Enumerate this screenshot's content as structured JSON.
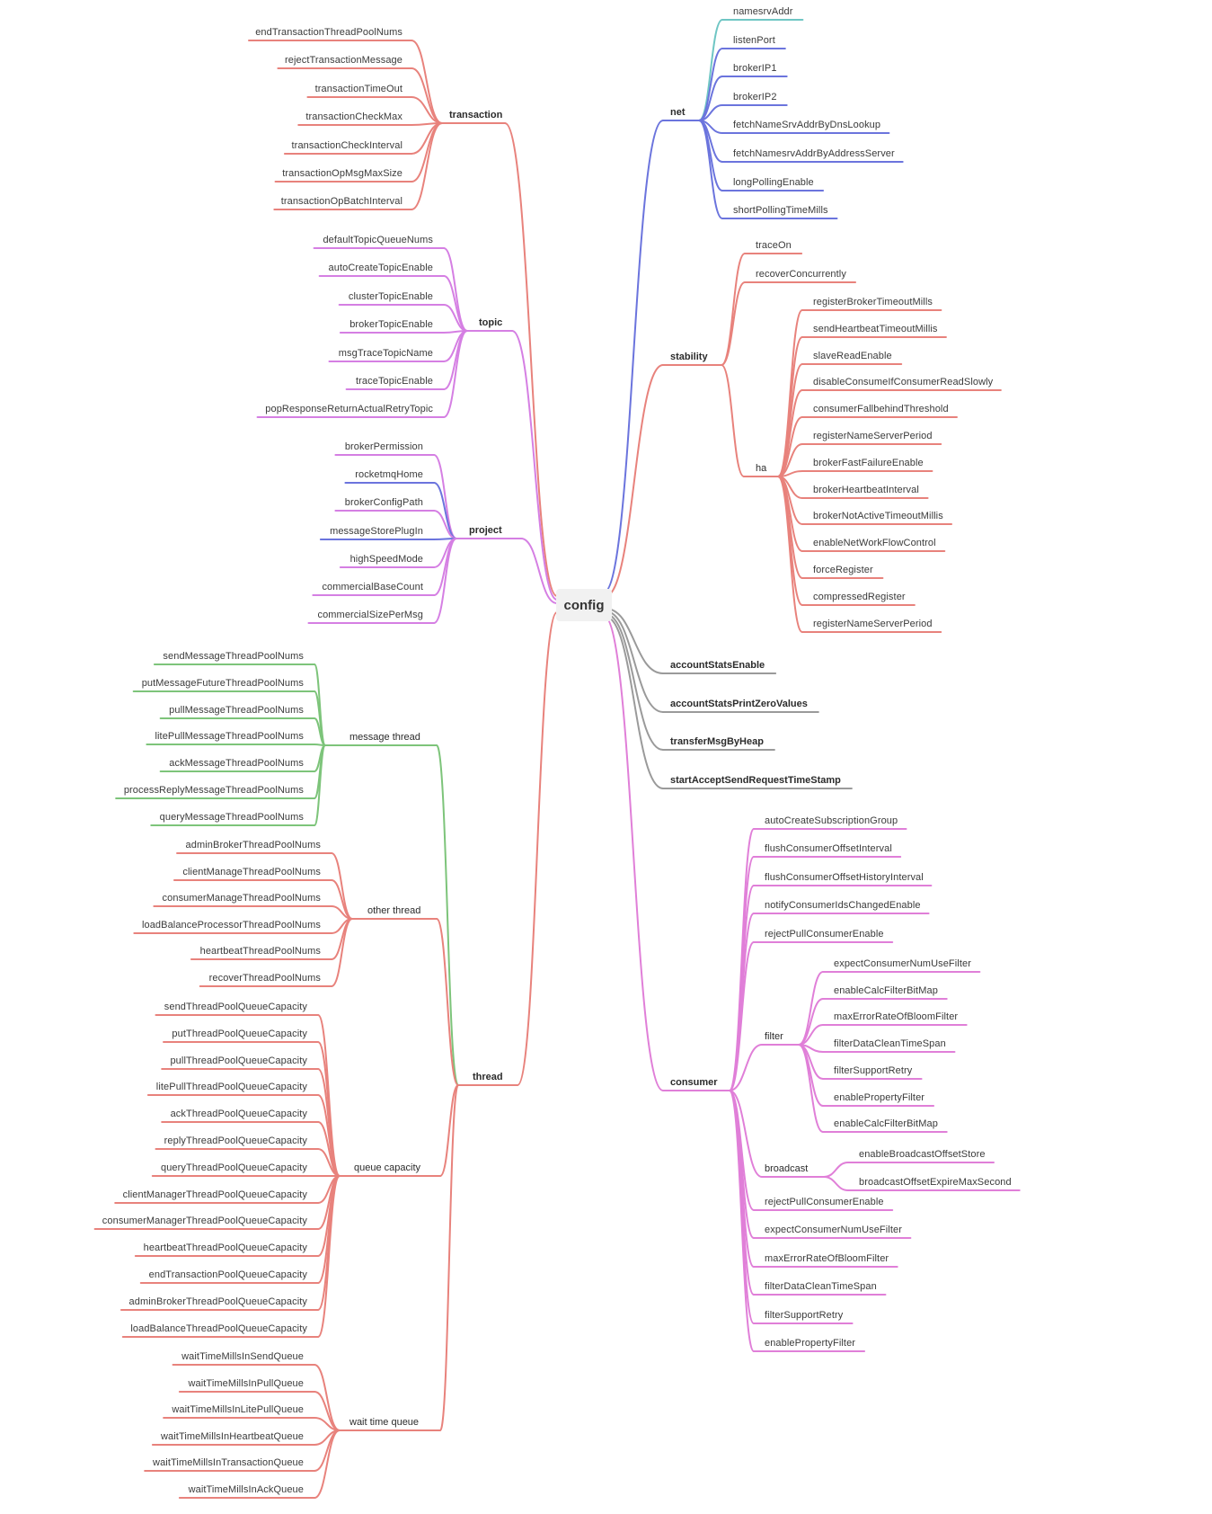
{
  "root": "config",
  "colors": {
    "transaction": "#e8827c",
    "topic": "#d57fe3",
    "project_blue": "#6b74dd",
    "project": "#d57fe3",
    "message_thread": "#7dc47a",
    "thread": "#e8827c",
    "net": "#6b74dd",
    "net_teal": "#6fc6c4",
    "stability": "#e8827c",
    "gray": "#9a9a9a",
    "consumer": "#e07fd8"
  },
  "branches": {
    "transaction": {
      "label": "transaction",
      "items": [
        "endTransactionThreadPoolNums",
        "rejectTransactionMessage",
        "transactionTimeOut",
        "transactionCheckMax",
        "transactionCheckInterval",
        "transactionOpMsgMaxSize",
        "transactionOpBatchInterval"
      ]
    },
    "topic": {
      "label": "topic",
      "items": [
        "defaultTopicQueueNums",
        "autoCreateTopicEnable",
        "clusterTopicEnable",
        "brokerTopicEnable",
        "msgTraceTopicName",
        "traceTopicEnable",
        "popResponseReturnActualRetryTopic"
      ]
    },
    "project": {
      "label": "project",
      "items": [
        "brokerPermission",
        "rocketmqHome",
        "brokerConfigPath",
        "messageStorePlugIn",
        "highSpeedMode",
        "commercialBaseCount",
        "commercialSizePerMsg"
      ]
    },
    "thread": {
      "label": "thread",
      "message_thread": {
        "label": "message thread",
        "items": [
          "sendMessageThreadPoolNums",
          "putMessageFutureThreadPoolNums",
          "pullMessageThreadPoolNums",
          "litePullMessageThreadPoolNums",
          "ackMessageThreadPoolNums",
          "processReplyMessageThreadPoolNums",
          "queryMessageThreadPoolNums"
        ]
      },
      "other_thread": {
        "label": "other thread",
        "items": [
          "adminBrokerThreadPoolNums",
          "clientManageThreadPoolNums",
          "consumerManageThreadPoolNums",
          "loadBalanceProcessorThreadPoolNums",
          "heartbeatThreadPoolNums",
          "recoverThreadPoolNums"
        ]
      },
      "queue_capacity": {
        "label": "queue capacity",
        "items": [
          "sendThreadPoolQueueCapacity",
          "putThreadPoolQueueCapacity",
          "pullThreadPoolQueueCapacity",
          "litePullThreadPoolQueueCapacity",
          "ackThreadPoolQueueCapacity",
          "replyThreadPoolQueueCapacity",
          "queryThreadPoolQueueCapacity",
          "clientManagerThreadPoolQueueCapacity",
          "consumerManagerThreadPoolQueueCapacity",
          "heartbeatThreadPoolQueueCapacity",
          "endTransactionPoolQueueCapacity",
          "adminBrokerThreadPoolQueueCapacity",
          "loadBalanceThreadPoolQueueCapacity"
        ]
      },
      "wait_time_queue": {
        "label": "wait time queue",
        "items": [
          "waitTimeMillsInSendQueue",
          "waitTimeMillsInPullQueue",
          "waitTimeMillsInLitePullQueue",
          "waitTimeMillsInHeartbeatQueue",
          "waitTimeMillsInTransactionQueue",
          "waitTimeMillsInAckQueue"
        ]
      }
    },
    "net": {
      "label": "net",
      "items": [
        "namesrvAddr",
        "listenPort",
        "brokerIP1",
        "brokerIP2",
        "fetchNameSrvAddrByDnsLookup",
        "fetchNamesrvAddrByAddressServer",
        "longPollingEnable",
        "shortPollingTimeMills"
      ]
    },
    "stability": {
      "label": "stability",
      "items": [
        "traceOn",
        "recoverConcurrently"
      ],
      "ha": {
        "label": "ha",
        "items": [
          "registerBrokerTimeoutMills",
          "sendHeartbeatTimeoutMillis",
          "slaveReadEnable",
          "disableConsumeIfConsumerReadSlowly",
          "consumerFallbehindThreshold",
          "registerNameServerPeriod",
          "brokerFastFailureEnable",
          "brokerHeartbeatInterval",
          "brokerNotActiveTimeoutMillis",
          "enableNetWorkFlowControl",
          "forceRegister",
          "compressedRegister",
          "registerNameServerPeriod"
        ]
      }
    },
    "misc": {
      "items": [
        "accountStatsEnable",
        "accountStatsPrintZeroValues",
        "transferMsgByHeap",
        "startAcceptSendRequestTimeStamp"
      ]
    },
    "consumer": {
      "label": "consumer",
      "items_top": [
        "autoCreateSubscriptionGroup",
        "flushConsumerOffsetInterval",
        "flushConsumerOffsetHistoryInterval",
        "notifyConsumerIdsChangedEnable",
        "rejectPullConsumerEnable"
      ],
      "filter": {
        "label": "filter",
        "items": [
          "expectConsumerNumUseFilter",
          "enableCalcFilterBitMap",
          "maxErrorRateOfBloomFilter",
          "filterDataCleanTimeSpan",
          "filterSupportRetry",
          "enablePropertyFilter",
          "enableCalcFilterBitMap"
        ]
      },
      "broadcast": {
        "label": "broadcast",
        "items": [
          "enableBroadcastOffsetStore",
          "broadcastOffsetExpireMaxSecond"
        ]
      },
      "items_bottom": [
        "rejectPullConsumerEnable",
        "expectConsumerNumUseFilter",
        "maxErrorRateOfBloomFilter",
        "filterDataCleanTimeSpan",
        "filterSupportRetry",
        "enablePropertyFilter"
      ]
    }
  }
}
